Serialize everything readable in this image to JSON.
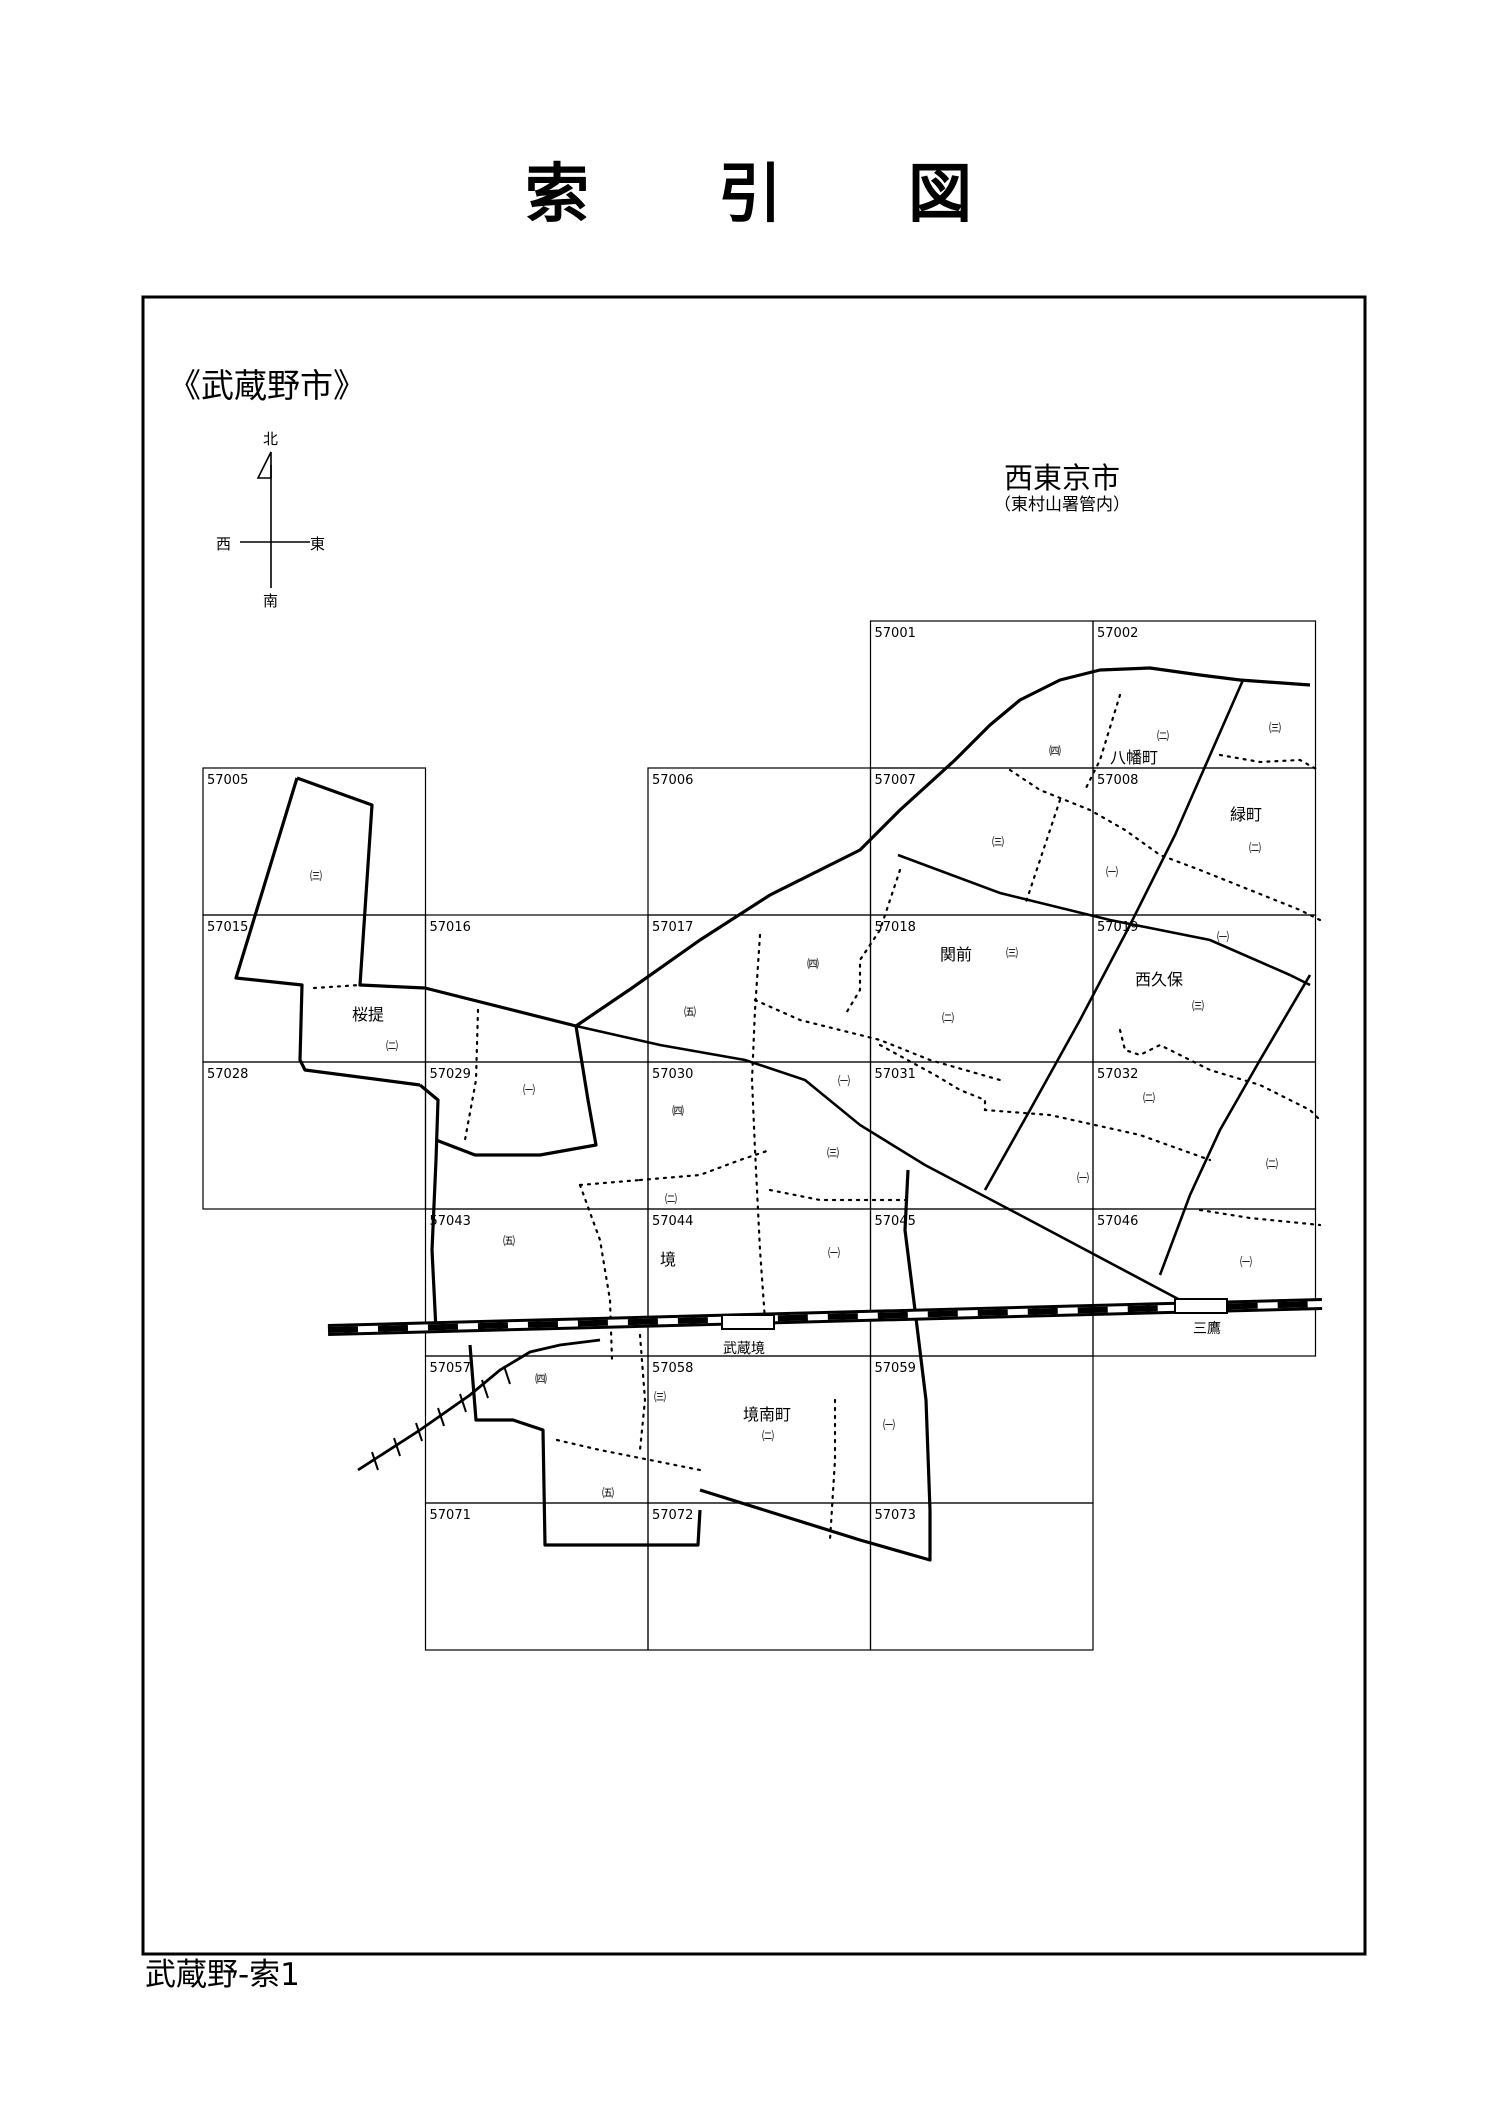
{
  "title": {
    "chars": [
      "索",
      "引",
      "図"
    ]
  },
  "city_label": "《武蔵野市》",
  "compass": {
    "north": "北",
    "south": "南",
    "east": "東",
    "west": "西"
  },
  "neighbor": {
    "name": "西東京市",
    "note": "（東村山署管内）"
  },
  "grid_cells": [
    {
      "id": "57001",
      "col": 3,
      "row": 0
    },
    {
      "id": "57002",
      "col": 4,
      "row": 0
    },
    {
      "id": "57005",
      "col": 0,
      "row": 1
    },
    {
      "id": "57006",
      "col": 2,
      "row": 1
    },
    {
      "id": "57007",
      "col": 3,
      "row": 1
    },
    {
      "id": "57008",
      "col": 4,
      "row": 1
    },
    {
      "id": "57015",
      "col": 0,
      "row": 2
    },
    {
      "id": "57016",
      "col": 1,
      "row": 2
    },
    {
      "id": "57017",
      "col": 2,
      "row": 2
    },
    {
      "id": "57018",
      "col": 3,
      "row": 2
    },
    {
      "id": "57019",
      "col": 4,
      "row": 2
    },
    {
      "id": "57028",
      "col": 0,
      "row": 3
    },
    {
      "id": "57029",
      "col": 1,
      "row": 3
    },
    {
      "id": "57030",
      "col": 2,
      "row": 3
    },
    {
      "id": "57031",
      "col": 3,
      "row": 3
    },
    {
      "id": "57032",
      "col": 4,
      "row": 3
    },
    {
      "id": "57043",
      "col": 1,
      "row": 4
    },
    {
      "id": "57044",
      "col": 2,
      "row": 4
    },
    {
      "id": "57045",
      "col": 3,
      "row": 4
    },
    {
      "id": "57046",
      "col": 4,
      "row": 4
    },
    {
      "id": "57057",
      "col": 1,
      "row": 5
    },
    {
      "id": "57058",
      "col": 2,
      "row": 5
    },
    {
      "id": "57059",
      "col": 3,
      "row": 5
    },
    {
      "id": "57071",
      "col": 1,
      "row": 6
    },
    {
      "id": "57072",
      "col": 2,
      "row": 6
    },
    {
      "id": "57073",
      "col": 3,
      "row": 6
    }
  ],
  "town_names": [
    "八幡町",
    "緑町",
    "関前",
    "西久保",
    "桜提",
    "境",
    "境南町"
  ],
  "chome_labels": [
    "㈠",
    "㈡",
    "㈢",
    "㈣",
    "㈤"
  ],
  "stations": [
    "武蔵境",
    "三鷹"
  ],
  "footer": "武蔵野-索1"
}
